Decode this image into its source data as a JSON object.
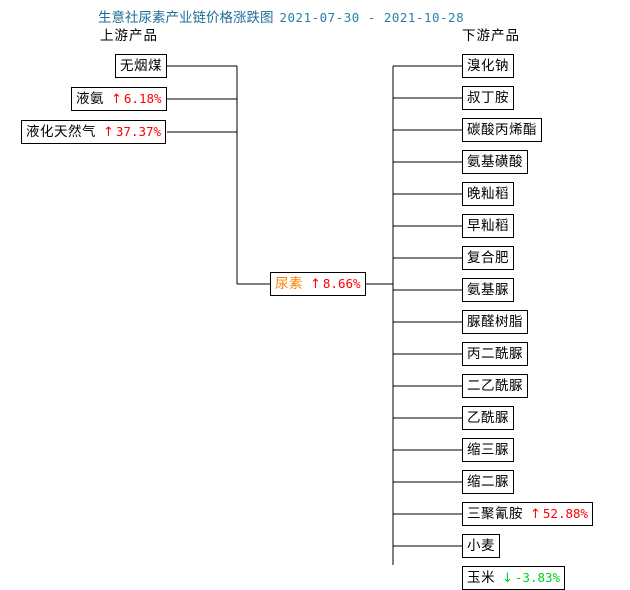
{
  "chart": {
    "title_main": "生意社尿素产业链价格涨跌图",
    "title_range": "2021-07-30 - 2021-10-28",
    "upstream_header": "上游产品",
    "downstream_header": "下游产品",
    "colors": {
      "title": "#1f6d99",
      "rise": "#ff0000",
      "fall": "#00d21e",
      "root_label": "#ff8000",
      "line": "#000000",
      "box_fill": "#ffffff"
    },
    "arrow_up": "↑",
    "arrow_down": "↓"
  },
  "root": {
    "name": "尿素",
    "arrow": "↑",
    "change": "8.66%"
  },
  "upstream": [
    {
      "name": "无烟煤",
      "arrow": "",
      "change": "",
      "dir": "none"
    },
    {
      "name": "液氨",
      "arrow": "↑",
      "change": "6.18%",
      "dir": "up"
    },
    {
      "name": "液化天然气",
      "arrow": "↑",
      "change": "37.37%",
      "dir": "up"
    }
  ],
  "downstream": [
    {
      "name": "溴化钠",
      "arrow": "",
      "change": "",
      "dir": "none"
    },
    {
      "name": "叔丁胺",
      "arrow": "",
      "change": "",
      "dir": "none"
    },
    {
      "name": "碳酸丙烯酯",
      "arrow": "",
      "change": "",
      "dir": "none"
    },
    {
      "name": "氨基磺酸",
      "arrow": "",
      "change": "",
      "dir": "none"
    },
    {
      "name": "晚籼稻",
      "arrow": "",
      "change": "",
      "dir": "none"
    },
    {
      "name": "早籼稻",
      "arrow": "",
      "change": "",
      "dir": "none"
    },
    {
      "name": "复合肥",
      "arrow": "",
      "change": "",
      "dir": "none"
    },
    {
      "name": "氨基脲",
      "arrow": "",
      "change": "",
      "dir": "none"
    },
    {
      "name": "脲醛树脂",
      "arrow": "",
      "change": "",
      "dir": "none"
    },
    {
      "name": "丙二酰脲",
      "arrow": "",
      "change": "",
      "dir": "none"
    },
    {
      "name": "二乙酰脲",
      "arrow": "",
      "change": "",
      "dir": "none"
    },
    {
      "name": "乙酰脲",
      "arrow": "",
      "change": "",
      "dir": "none"
    },
    {
      "name": "缩三脲",
      "arrow": "",
      "change": "",
      "dir": "none"
    },
    {
      "name": "缩二脲",
      "arrow": "",
      "change": "",
      "dir": "none"
    },
    {
      "name": "三聚氰胺",
      "arrow": "↑",
      "change": "52.88%",
      "dir": "up"
    },
    {
      "name": "小麦",
      "arrow": "",
      "change": "",
      "dir": "none"
    },
    {
      "name": "玉米",
      "arrow": "↓",
      "change": "-3.83%",
      "dir": "down"
    }
  ],
  "chart_data": {
    "type": "diagram",
    "title": "生意社尿素产业链价格涨跌图 2021-07-30 - 2021-10-28",
    "center": {
      "label": "尿素",
      "change_pct": 8.66
    },
    "upstream": [
      {
        "label": "无烟煤",
        "change_pct": null
      },
      {
        "label": "液氨",
        "change_pct": 6.18
      },
      {
        "label": "液化天然气",
        "change_pct": 37.37
      }
    ],
    "downstream": [
      {
        "label": "溴化钠",
        "change_pct": null
      },
      {
        "label": "叔丁胺",
        "change_pct": null
      },
      {
        "label": "碳酸丙烯酯",
        "change_pct": null
      },
      {
        "label": "氨基磺酸",
        "change_pct": null
      },
      {
        "label": "晚籼稻",
        "change_pct": null
      },
      {
        "label": "早籼稻",
        "change_pct": null
      },
      {
        "label": "复合肥",
        "change_pct": null
      },
      {
        "label": "氨基脲",
        "change_pct": null
      },
      {
        "label": "脲醛树脂",
        "change_pct": null
      },
      {
        "label": "丙二酰脲",
        "change_pct": null
      },
      {
        "label": "二乙酰脲",
        "change_pct": null
      },
      {
        "label": "乙酰脲",
        "change_pct": null
      },
      {
        "label": "缩三脲",
        "change_pct": null
      },
      {
        "label": "缩二脲",
        "change_pct": null
      },
      {
        "label": "三聚氰胺",
        "change_pct": 52.88
      },
      {
        "label": "小麦",
        "change_pct": null
      },
      {
        "label": "玉米",
        "change_pct": -3.83
      }
    ]
  }
}
